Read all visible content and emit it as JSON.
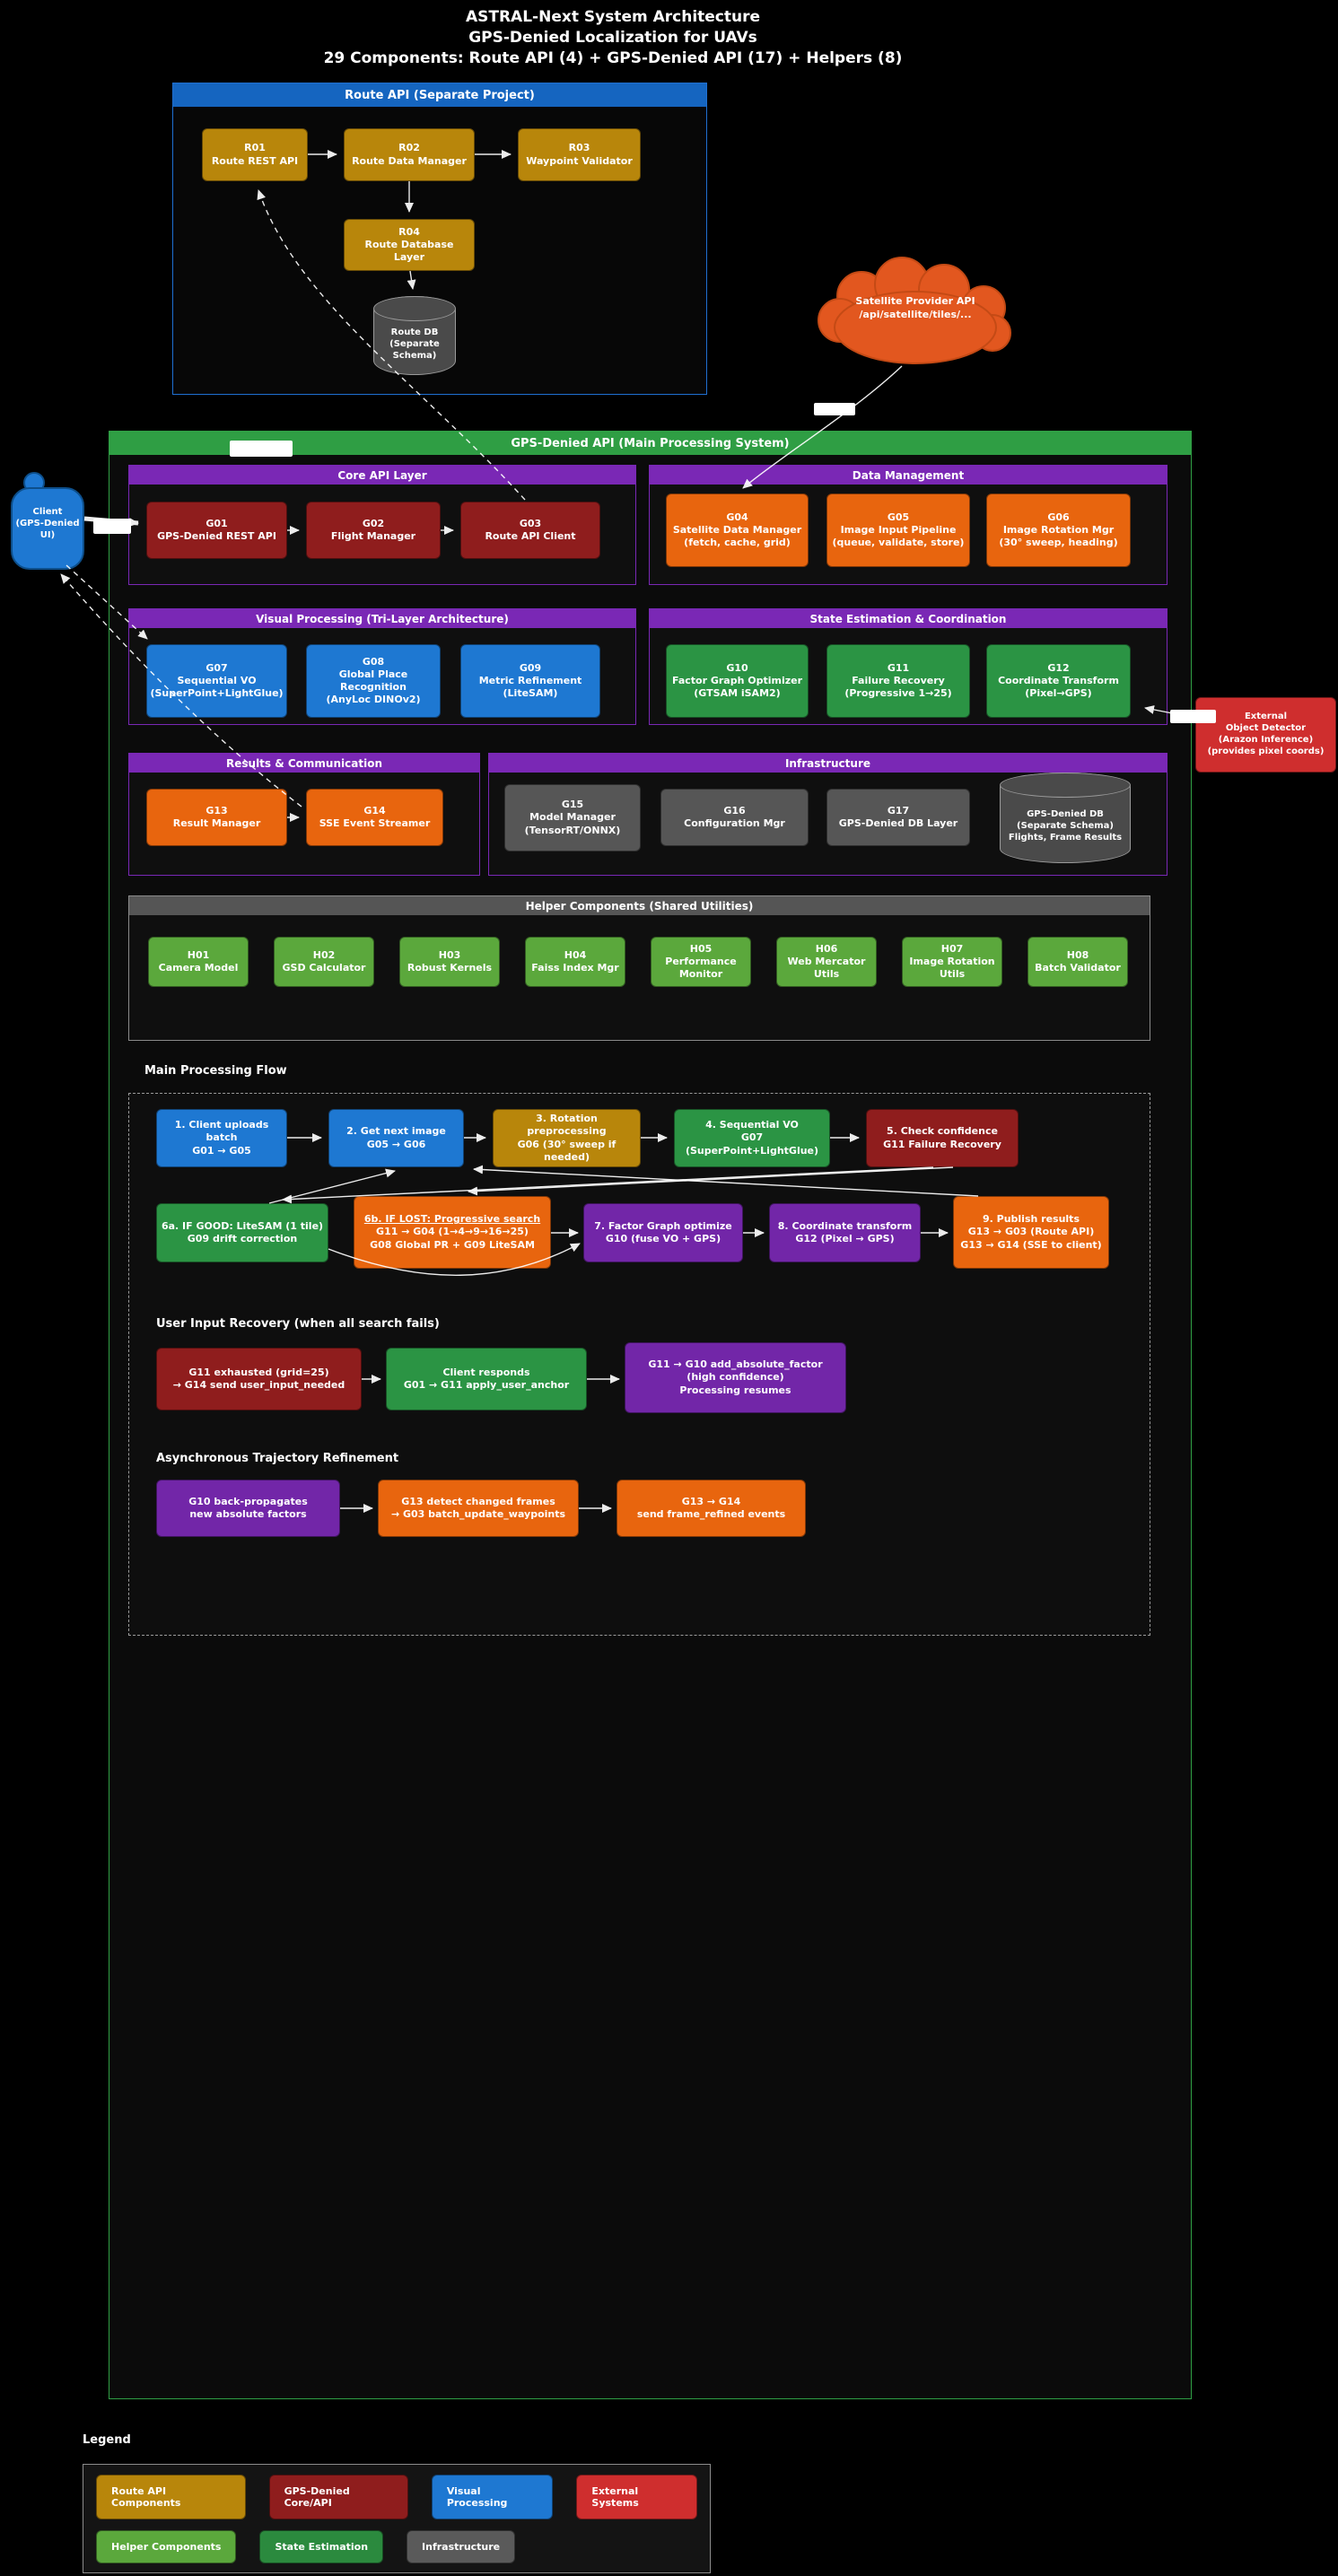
{
  "title": {
    "text": "ASTRAL-Next System Architecture\nGPS-Denied Localization for UAVs\n29 Components: Route API (4) + GPS-Denied API (17) + Helpers (8)"
  },
  "route_api": {
    "header": "Route API (Separate Project)",
    "r01": "R01\nRoute REST API",
    "r02": "R02\nRoute Data Manager",
    "r03": "R03\nWaypoint Validator",
    "r04": "R04\nRoute Database Layer",
    "db": "Route DB\n(Separate\nSchema)"
  },
  "externals": {
    "satellite": "Satellite Provider API\n/api/satellite/tiles/...",
    "client": "Client\n(GPS-Denied\nUI)",
    "detector": "External\nObject Detector\n(Arazon Inference)\n(provides pixel coords)"
  },
  "main": {
    "header": "GPS-Denied API (Main Processing System)",
    "core": {
      "header": "Core API Layer",
      "g01": "G01\nGPS-Denied REST API",
      "g02": "G02\nFlight Manager",
      "g03": "G03\nRoute API Client"
    },
    "data": {
      "header": "Data Management",
      "g04": "G04\nSatellite Data Manager\n(fetch, cache, grid)",
      "g05": "G05\nImage Input Pipeline\n(queue, validate, store)",
      "g06": "G06\nImage Rotation Mgr\n(30° sweep, heading)"
    },
    "visual": {
      "header": "Visual Processing (Tri-Layer Architecture)",
      "g07": "G07\nSequential VO\n(SuperPoint+LightGlue)",
      "g08": "G08\nGlobal Place Recognition\n(AnyLoc DINOv2)",
      "g09": "G09\nMetric Refinement\n(LiteSAM)"
    },
    "state": {
      "header": "State Estimation & Coordination",
      "g10": "G10\nFactor Graph Optimizer\n(GTSAM iSAM2)",
      "g11": "G11\nFailure Recovery\n(Progressive 1→25)",
      "g12": "G12\nCoordinate Transform\n(Pixel→GPS)"
    },
    "results": {
      "header": "Results & Communication",
      "g13": "G13\nResult Manager",
      "g14": "G14\nSSE Event Streamer"
    },
    "infra": {
      "header": "Infrastructure",
      "g15": "G15\nModel Manager\n(TensorRT/ONNX)",
      "g16": "G16\nConfiguration Mgr",
      "g17": "G17\nGPS-Denied DB Layer",
      "db": "GPS-Denied DB\n(Separate Schema)\nFlights, Frame Results"
    },
    "helpers": {
      "header": "Helper Components (Shared Utilities)",
      "h01": "H01\nCamera Model",
      "h02": "H02\nGSD Calculator",
      "h03": "H03\nRobust Kernels",
      "h04": "H04\nFaiss Index Mgr",
      "h05": "H05\nPerformance Monitor",
      "h06": "H06\nWeb Mercator Utils",
      "h07": "H07\nImage Rotation Utils",
      "h08": "H08\nBatch Validator"
    }
  },
  "flow": {
    "title": "Main Processing Flow",
    "s1": "1. Client uploads batch\nG01 → G05",
    "s2": "2. Get next image\nG05 → G06",
    "s3": "3. Rotation preprocessing\nG06 (30° sweep if needed)",
    "s4": "4. Sequential VO\nG07 (SuperPoint+LightGlue)",
    "s5": "5. Check confidence\nG11 Failure Recovery",
    "s6a": "6a. IF GOOD: LiteSAM (1 tile)\nG09 drift correction",
    "s6b_title": "6b. IF LOST: Progressive search",
    "s6b_body": "G11 → G04 (1→4→9→16→25)\nG08 Global PR + G09 LiteSAM",
    "s7": "7. Factor Graph optimize\nG10 (fuse VO + GPS)",
    "s8": "8. Coordinate transform\nG12 (Pixel → GPS)",
    "s9": "9. Publish results\nG13 → G03 (Route API)\nG13 → G14 (SSE to client)",
    "user_input_title": "User Input Recovery (when all search fails)",
    "u1": "G11 exhausted (grid=25)\n→ G14 send user_input_needed",
    "u2": "Client responds\nG01 → G11 apply_user_anchor",
    "u3": "G11 → G10 add_absolute_factor\n(high confidence)\nProcessing resumes",
    "async_title": "Asynchronous Trajectory Refinement",
    "a1": "G10 back-propagates\nnew absolute factors",
    "a2": "G13 detect changed frames\n→ G03 batch_update_waypoints",
    "a3": "G13 → G14\nsend frame_refined events"
  },
  "legend": {
    "title": "Legend",
    "items": [
      {
        "label": "Route API Components",
        "color": "#b8860b"
      },
      {
        "label": "GPS-Denied Core/API",
        "color": "#8f1d1d"
      },
      {
        "label": "Visual Processing",
        "color": "#1e78d2"
      },
      {
        "label": "External Systems",
        "color": "#cf2e2e"
      },
      {
        "label": "Helper Components",
        "color": "#5ba83c"
      },
      {
        "label": "State Estimation",
        "color": "#2b8a3e"
      },
      {
        "label": "Infrastructure",
        "color": "#5a5a5a"
      }
    ]
  },
  "colors": {
    "route": "#b8860b",
    "core": "#8f1d1d",
    "orange": "#e8650e",
    "blue": "#1e78d2",
    "green": "#2b9444",
    "helper": "#5ba83c",
    "gray": "#565656",
    "external_red": "#cf2e2e",
    "purple": "#7226a8",
    "header_blue": "#1565c0",
    "header_green": "#2f9e44",
    "header_purple": "#7a28b5",
    "header_gray": "#555555",
    "cloud_orange": "#e2571f",
    "client_blue": "#1e78d2",
    "db_gray": "#4a4a4a"
  }
}
